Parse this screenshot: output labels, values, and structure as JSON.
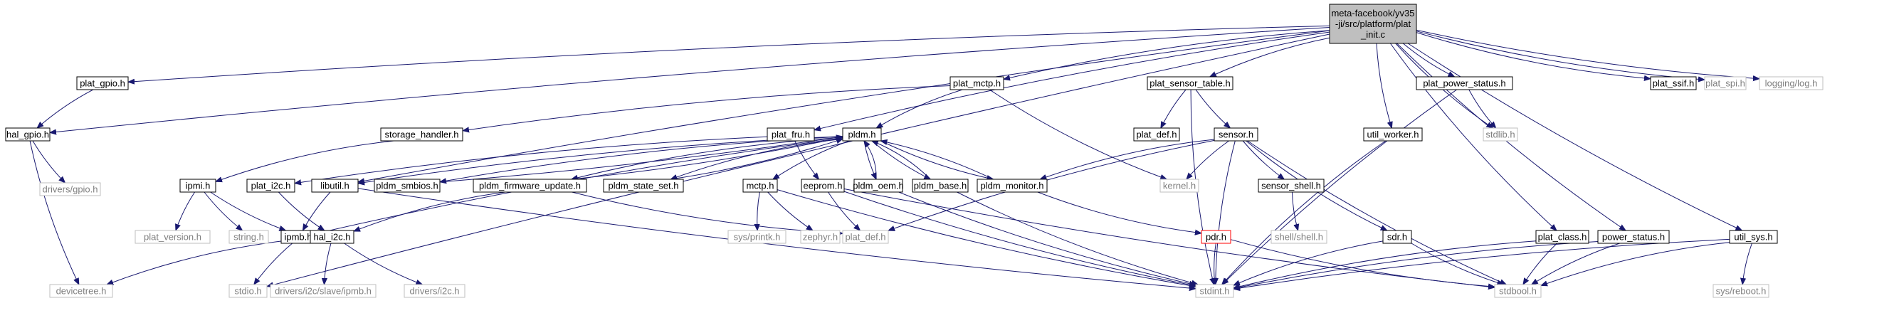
{
  "colors": {
    "edge": "#191970",
    "root_fill": "#bfbfbf",
    "normal_border": "#000000",
    "external_border": "#bfbfbf",
    "external_text": "#7f7f7f",
    "broken_border": "#ff0000"
  },
  "nodes": [
    {
      "id": "root",
      "kind": "root",
      "lines": [
        "meta-facebook/yv35",
        "-ji/src/platform/plat",
        "_init.c"
      ]
    },
    {
      "id": "plat_gpio",
      "kind": "normal",
      "lines": [
        "plat_gpio.h"
      ]
    },
    {
      "id": "hal_gpio",
      "kind": "normal",
      "lines": [
        "hal_gpio.h"
      ]
    },
    {
      "id": "drivers_gpio",
      "kind": "external",
      "lines": [
        "drivers/gpio.h"
      ]
    },
    {
      "id": "devicetree",
      "kind": "external",
      "lines": [
        "devicetree.h"
      ]
    },
    {
      "id": "storage_handler",
      "kind": "normal",
      "lines": [
        "storage_handler.h"
      ]
    },
    {
      "id": "ipmi",
      "kind": "normal",
      "lines": [
        "ipmi.h"
      ]
    },
    {
      "id": "plat_version",
      "kind": "external",
      "lines": [
        "plat_version.h"
      ]
    },
    {
      "id": "string",
      "kind": "external",
      "lines": [
        "string.h"
      ]
    },
    {
      "id": "stdio",
      "kind": "external",
      "lines": [
        "stdio.h"
      ]
    },
    {
      "id": "ipmb",
      "kind": "normal",
      "lines": [
        "ipmb.h"
      ]
    },
    {
      "id": "plat_i2c",
      "kind": "normal",
      "lines": [
        "plat_i2c.h"
      ]
    },
    {
      "id": "hal_i2c",
      "kind": "normal",
      "lines": [
        "hal_i2c.h"
      ]
    },
    {
      "id": "drivers_i2c_slave_ipmb",
      "kind": "external",
      "lines": [
        "drivers/i2c/slave/ipmb.h"
      ]
    },
    {
      "id": "drivers_i2c",
      "kind": "external",
      "lines": [
        "drivers/i2c.h"
      ]
    },
    {
      "id": "libutil",
      "kind": "normal",
      "lines": [
        "libutil.h"
      ]
    },
    {
      "id": "plat_fru",
      "kind": "normal",
      "lines": [
        "plat_fru.h"
      ]
    },
    {
      "id": "plat_mctp",
      "kind": "normal",
      "lines": [
        "plat_mctp.h"
      ]
    },
    {
      "id": "pldm",
      "kind": "normal",
      "lines": [
        "pldm.h"
      ]
    },
    {
      "id": "pldm_smbios",
      "kind": "normal",
      "lines": [
        "pldm_smbios.h"
      ]
    },
    {
      "id": "pldm_firmware_update",
      "kind": "normal",
      "lines": [
        "pldm_firmware_update.h"
      ]
    },
    {
      "id": "pldm_state_set",
      "kind": "normal",
      "lines": [
        "pldm_state_set.h"
      ]
    },
    {
      "id": "mctp",
      "kind": "normal",
      "lines": [
        "mctp.h"
      ]
    },
    {
      "id": "sys_printk",
      "kind": "external",
      "lines": [
        "sys/printk.h"
      ]
    },
    {
      "id": "zephyr",
      "kind": "external",
      "lines": [
        "zephyr.h"
      ]
    },
    {
      "id": "eeprom",
      "kind": "normal",
      "lines": [
        "eeprom.h"
      ]
    },
    {
      "id": "plat_def",
      "kind": "external",
      "lines": [
        "plat_def.h"
      ]
    },
    {
      "id": "pldm_oem",
      "kind": "normal",
      "lines": [
        "pldm_oem.h"
      ]
    },
    {
      "id": "pldm_base",
      "kind": "normal",
      "lines": [
        "pldm_base.h"
      ]
    },
    {
      "id": "pldm_monitor",
      "kind": "normal",
      "lines": [
        "pldm_monitor.h"
      ]
    },
    {
      "id": "kernel",
      "kind": "external",
      "lines": [
        "kernel.h"
      ]
    },
    {
      "id": "stdint",
      "kind": "external",
      "lines": [
        "stdint.h"
      ]
    },
    {
      "id": "plat_sensor_table",
      "kind": "normal",
      "lines": [
        "plat_sensor_table.h"
      ]
    },
    {
      "id": "plat_def_h",
      "kind": "normal",
      "lines": [
        "plat_def.h"
      ]
    },
    {
      "id": "sensor",
      "kind": "normal",
      "lines": [
        "sensor.h"
      ]
    },
    {
      "id": "sensor_shell",
      "kind": "normal",
      "lines": [
        "sensor_shell.h"
      ]
    },
    {
      "id": "shell_shell",
      "kind": "external",
      "lines": [
        "shell/shell.h"
      ]
    },
    {
      "id": "pdr",
      "kind": "broken",
      "lines": [
        "pdr.h"
      ]
    },
    {
      "id": "sdr",
      "kind": "normal",
      "lines": [
        "sdr.h"
      ]
    },
    {
      "id": "stdbool",
      "kind": "external",
      "lines": [
        "stdbool.h"
      ]
    },
    {
      "id": "util_worker",
      "kind": "normal",
      "lines": [
        "util_worker.h"
      ]
    },
    {
      "id": "plat_power_status",
      "kind": "normal",
      "lines": [
        "plat_power_status.h"
      ]
    },
    {
      "id": "stdlib",
      "kind": "external",
      "lines": [
        "stdlib.h"
      ]
    },
    {
      "id": "plat_class",
      "kind": "normal",
      "lines": [
        "plat_class.h"
      ]
    },
    {
      "id": "power_status",
      "kind": "normal",
      "lines": [
        "power_status.h"
      ]
    },
    {
      "id": "util_sys",
      "kind": "normal",
      "lines": [
        "util_sys.h"
      ]
    },
    {
      "id": "sys_reboot",
      "kind": "external",
      "lines": [
        "sys/reboot.h"
      ]
    },
    {
      "id": "plat_ssif",
      "kind": "normal",
      "lines": [
        "plat_ssif.h"
      ]
    },
    {
      "id": "plat_spi",
      "kind": "external",
      "lines": [
        "plat_spi.h"
      ]
    },
    {
      "id": "logging_log",
      "kind": "external",
      "lines": [
        "logging/log.h"
      ]
    }
  ],
  "edges": [
    [
      "root",
      "plat_gpio"
    ],
    [
      "root",
      "hal_gpio"
    ],
    [
      "root",
      "stdio"
    ],
    [
      "root",
      "libutil"
    ],
    [
      "root",
      "plat_fru"
    ],
    [
      "root",
      "plat_mctp"
    ],
    [
      "root",
      "plat_sensor_table"
    ],
    [
      "root",
      "util_worker"
    ],
    [
      "root",
      "plat_power_status"
    ],
    [
      "root",
      "stdlib"
    ],
    [
      "root",
      "plat_class"
    ],
    [
      "root",
      "power_status"
    ],
    [
      "root",
      "util_sys"
    ],
    [
      "root",
      "plat_ssif"
    ],
    [
      "root",
      "plat_spi"
    ],
    [
      "root",
      "logging_log"
    ],
    [
      "plat_gpio",
      "hal_gpio"
    ],
    [
      "hal_gpio",
      "drivers_gpio"
    ],
    [
      "hal_gpio",
      "devicetree"
    ],
    [
      "plat_mctp",
      "storage_handler"
    ],
    [
      "plat_mctp",
      "pldm"
    ],
    [
      "plat_mctp",
      "kernel"
    ],
    [
      "storage_handler",
      "ipmi"
    ],
    [
      "ipmi",
      "plat_version"
    ],
    [
      "ipmi",
      "string"
    ],
    [
      "ipmi",
      "ipmb"
    ],
    [
      "ipmb",
      "devicetree"
    ],
    [
      "ipmb",
      "stdio"
    ],
    [
      "plat_fru",
      "eeprom"
    ],
    [
      "plat_fru",
      "plat_i2c"
    ],
    [
      "plat_i2c",
      "hal_i2c"
    ],
    [
      "hal_i2c",
      "drivers_i2c_slave_ipmb"
    ],
    [
      "hal_i2c",
      "drivers_i2c"
    ],
    [
      "libutil",
      "ipmb"
    ],
    [
      "libutil",
      "stdint"
    ],
    [
      "pldm",
      "libutil"
    ],
    [
      "pldm",
      "pldm_smbios"
    ],
    [
      "pldm",
      "pldm_firmware_update"
    ],
    [
      "pldm",
      "pldm_state_set"
    ],
    [
      "pldm",
      "mctp"
    ],
    [
      "pldm",
      "pldm_oem"
    ],
    [
      "pldm",
      "pldm_base"
    ],
    [
      "pldm",
      "pldm_monitor"
    ],
    [
      "pldm",
      "ipmb"
    ],
    [
      "pldm_smbios",
      "pldm"
    ],
    [
      "pldm_firmware_update",
      "pldm"
    ],
    [
      "pldm_state_set",
      "pldm"
    ],
    [
      "pldm_oem",
      "pldm"
    ],
    [
      "pldm_base",
      "pldm"
    ],
    [
      "pldm_monitor",
      "pldm"
    ],
    [
      "pldm_firmware_update",
      "hal_i2c"
    ],
    [
      "pldm_firmware_update",
      "plat_def"
    ],
    [
      "mctp",
      "sys_printk"
    ],
    [
      "mctp",
      "zephyr"
    ],
    [
      "mctp",
      "stdint"
    ],
    [
      "eeprom",
      "plat_def"
    ],
    [
      "eeprom",
      "stdint"
    ],
    [
      "eeprom",
      "stdbool"
    ],
    [
      "pldm_oem",
      "stdint"
    ],
    [
      "pldm_base",
      "stdint"
    ],
    [
      "pldm_monitor",
      "pdr"
    ],
    [
      "plat_sensor_table",
      "plat_def_h"
    ],
    [
      "plat_sensor_table",
      "sensor"
    ],
    [
      "plat_sensor_table",
      "stdint"
    ],
    [
      "sensor",
      "pldm_monitor"
    ],
    [
      "sensor",
      "kernel"
    ],
    [
      "sensor",
      "sensor_shell"
    ],
    [
      "sensor",
      "sdr"
    ],
    [
      "sensor",
      "stdint"
    ],
    [
      "sensor",
      "stdbool"
    ],
    [
      "sensor",
      "plat_def"
    ],
    [
      "sensor_shell",
      "shell_shell"
    ],
    [
      "pdr",
      "stdint"
    ],
    [
      "pdr",
      "stdbool"
    ],
    [
      "sdr",
      "stdint"
    ],
    [
      "sdr",
      "stdbool"
    ],
    [
      "util_worker",
      "stdint"
    ],
    [
      "plat_power_status",
      "stdlib"
    ],
    [
      "plat_power_status",
      "stdint"
    ],
    [
      "plat_class",
      "stdint"
    ],
    [
      "plat_class",
      "stdbool"
    ],
    [
      "power_status",
      "stdint"
    ],
    [
      "power_status",
      "stdbool"
    ],
    [
      "util_sys",
      "sys_reboot"
    ],
    [
      "util_sys",
      "stdint"
    ],
    [
      "util_sys",
      "stdbool"
    ]
  ]
}
